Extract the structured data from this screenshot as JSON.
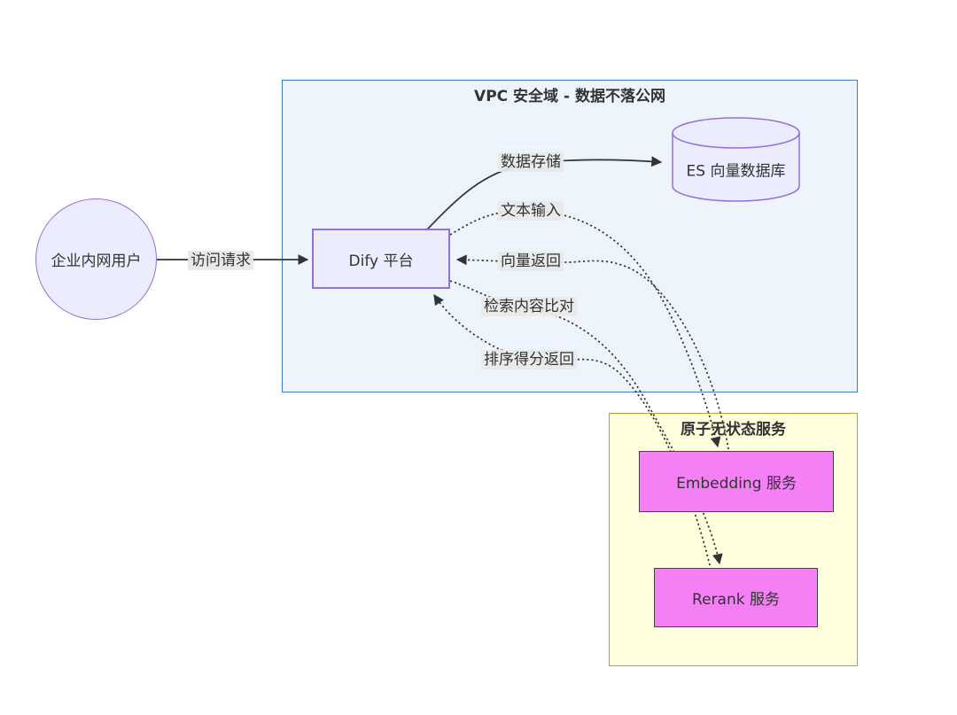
{
  "diagram": {
    "type": "flowchart",
    "background": "#ffffff",
    "text_color": "#333333",
    "edge_label_bg": "#e8e8e8",
    "subgraphs": {
      "vpc": {
        "title": "VPC 安全域 - 数据不落公网",
        "fill": "#edf4fc",
        "border": "#3d7cc1"
      },
      "services": {
        "title": "原子无状态服务",
        "fill": "#ffffde",
        "border": "#a8a832"
      }
    },
    "nodes": {
      "user": {
        "label": "企业内网用户",
        "shape": "circle",
        "fill": "#ececff",
        "border": "#9370db"
      },
      "dify": {
        "label": "Dify 平台",
        "shape": "rect",
        "fill": "#ececff",
        "border": "#9370db"
      },
      "es": {
        "label": "ES 向量数据库",
        "shape": "cylinder",
        "fill": "#ececff",
        "border": "#9370db"
      },
      "embedding": {
        "label": "Embedding 服务",
        "shape": "rect",
        "fill": "#f57ff5",
        "border": "#444444"
      },
      "rerank": {
        "label": "Rerank 服务",
        "shape": "rect",
        "fill": "#f57ff5",
        "border": "#444444"
      }
    },
    "edges": [
      {
        "label": "访问请求",
        "from": "user",
        "to": "dify",
        "style": "solid"
      },
      {
        "label": "数据存储",
        "from": "dify",
        "to": "es",
        "style": "solid"
      },
      {
        "label": "文本输入",
        "from": "dify",
        "to": "embedding",
        "style": "dotted"
      },
      {
        "label": "向量返回",
        "from": "embedding",
        "to": "dify",
        "style": "dotted"
      },
      {
        "label": "检索内容比对",
        "from": "dify",
        "to": "rerank",
        "style": "dotted"
      },
      {
        "label": "排序得分返回",
        "from": "rerank",
        "to": "dify",
        "style": "dotted"
      }
    ]
  }
}
